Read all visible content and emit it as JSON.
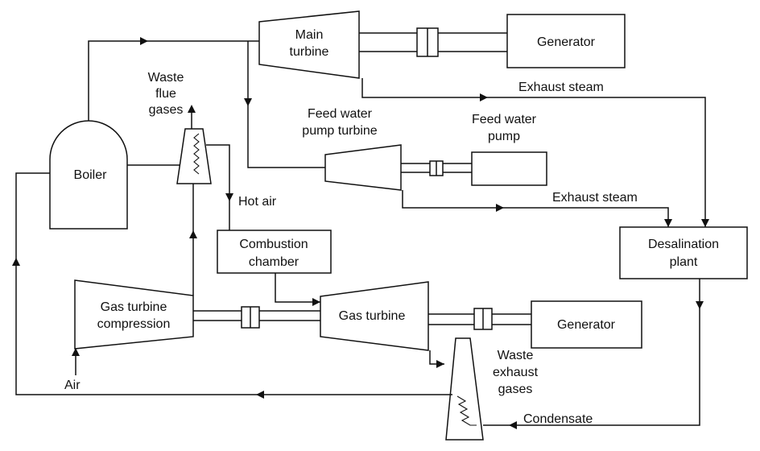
{
  "diagram": {
    "boiler": "Boiler",
    "main_turbine": [
      "Main",
      "turbine"
    ],
    "generator_top": "Generator",
    "exhaust_steam_1": "Exhaust steam",
    "waste_flue_gases": [
      "Waste",
      "flue",
      "gases"
    ],
    "feed_water_pump_turbine": [
      "Feed water",
      "pump turbine"
    ],
    "feed_water_pump": [
      "Feed water",
      "pump"
    ],
    "exhaust_steam_2": "Exhaust steam",
    "hot_air": "Hot air",
    "combustion_chamber": [
      "Combustion",
      "chamber"
    ],
    "desalination_plant": [
      "Desalination",
      "plant"
    ],
    "gas_turbine_compression": [
      "Gas turbine",
      "compression"
    ],
    "gas_turbine": "Gas turbine",
    "generator_bottom": "Generator",
    "waste_exhaust_gases": [
      "Waste",
      "exhaust",
      "gases"
    ],
    "air": "Air",
    "condensate": "Condensate"
  }
}
